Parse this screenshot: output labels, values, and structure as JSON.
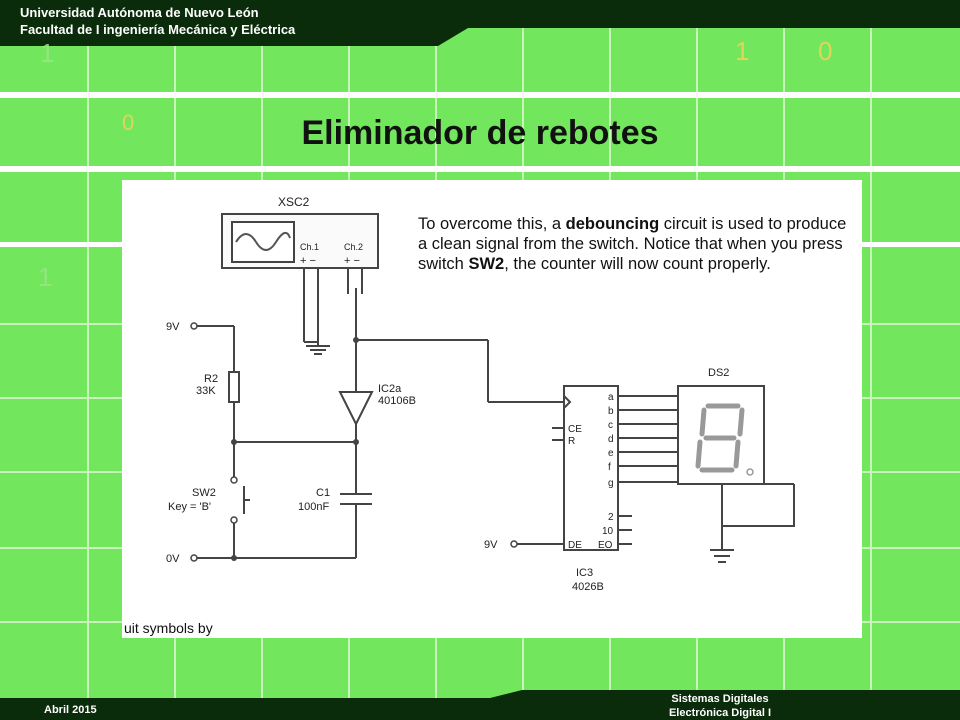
{
  "header": {
    "university": "Universidad Autónoma de Nuevo León",
    "faculty": "Facultad de I ingeniería Mecánica y Eléctrica"
  },
  "title": "Eliminador de rebotes",
  "background_digits": [
    "1",
    "1",
    "0",
    "0",
    "1"
  ],
  "figure": {
    "note_parts": {
      "a": "To overcome this, a ",
      "b": "debouncing",
      "c": " circuit is used to produce a clean signal from the switch. Notice that when you press switch ",
      "d": "SW2",
      "e": ", the counter will now count properly."
    },
    "cutoff_text": "uit symbols by",
    "labels": {
      "xsc": "XSC2",
      "ch1": "Ch.1",
      "ch2": "Ch.2",
      "plus_minus": "+ −",
      "v9": "9V",
      "v0": "0V",
      "r2": "R2",
      "r2_val": "33K",
      "ic2a": "IC2a",
      "ic2a_part": "40106B",
      "sw2": "SW2",
      "sw2_key": "Key = 'B'",
      "c1": "C1",
      "c1_val": "100nF",
      "ds2": "DS2",
      "ic3": "IC3",
      "ic3_part": "4026B",
      "ce": "CE",
      "r": "R",
      "de": "DE",
      "v9b": "9V",
      "pins": [
        "a",
        "b",
        "c",
        "d",
        "e",
        "f",
        "g"
      ],
      "pins2": [
        "2",
        "10",
        "EO"
      ]
    }
  },
  "footer": {
    "date": "Abril 2015",
    "course1": "Sistemas Digitales",
    "course2": "Electrónica Digital I"
  },
  "colors": {
    "background": "#6fe35a",
    "grid_line": "#ffffff",
    "dark_green": "#0b2c0b",
    "digit": "#f2d35a"
  }
}
